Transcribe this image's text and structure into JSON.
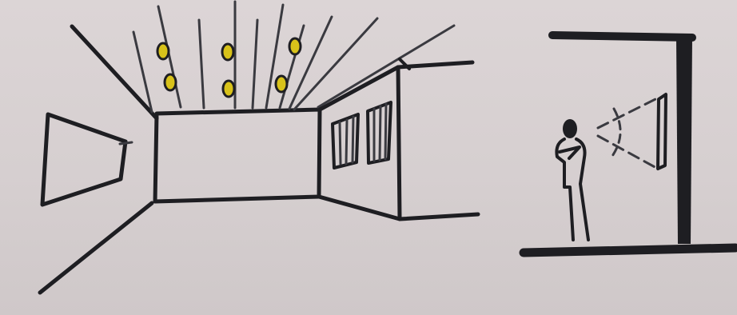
{
  "sketch": {
    "ink_color": "#1e1e22",
    "paper_color": "#d9d2d3",
    "light_color": "#d8c21a",
    "panels": [
      {
        "name": "room-perspective",
        "light_count": 6,
        "window_count": 2,
        "wall_panel_count": 1
      },
      {
        "name": "section-view",
        "figure_count": 1,
        "screen_count": 1
      }
    ]
  }
}
